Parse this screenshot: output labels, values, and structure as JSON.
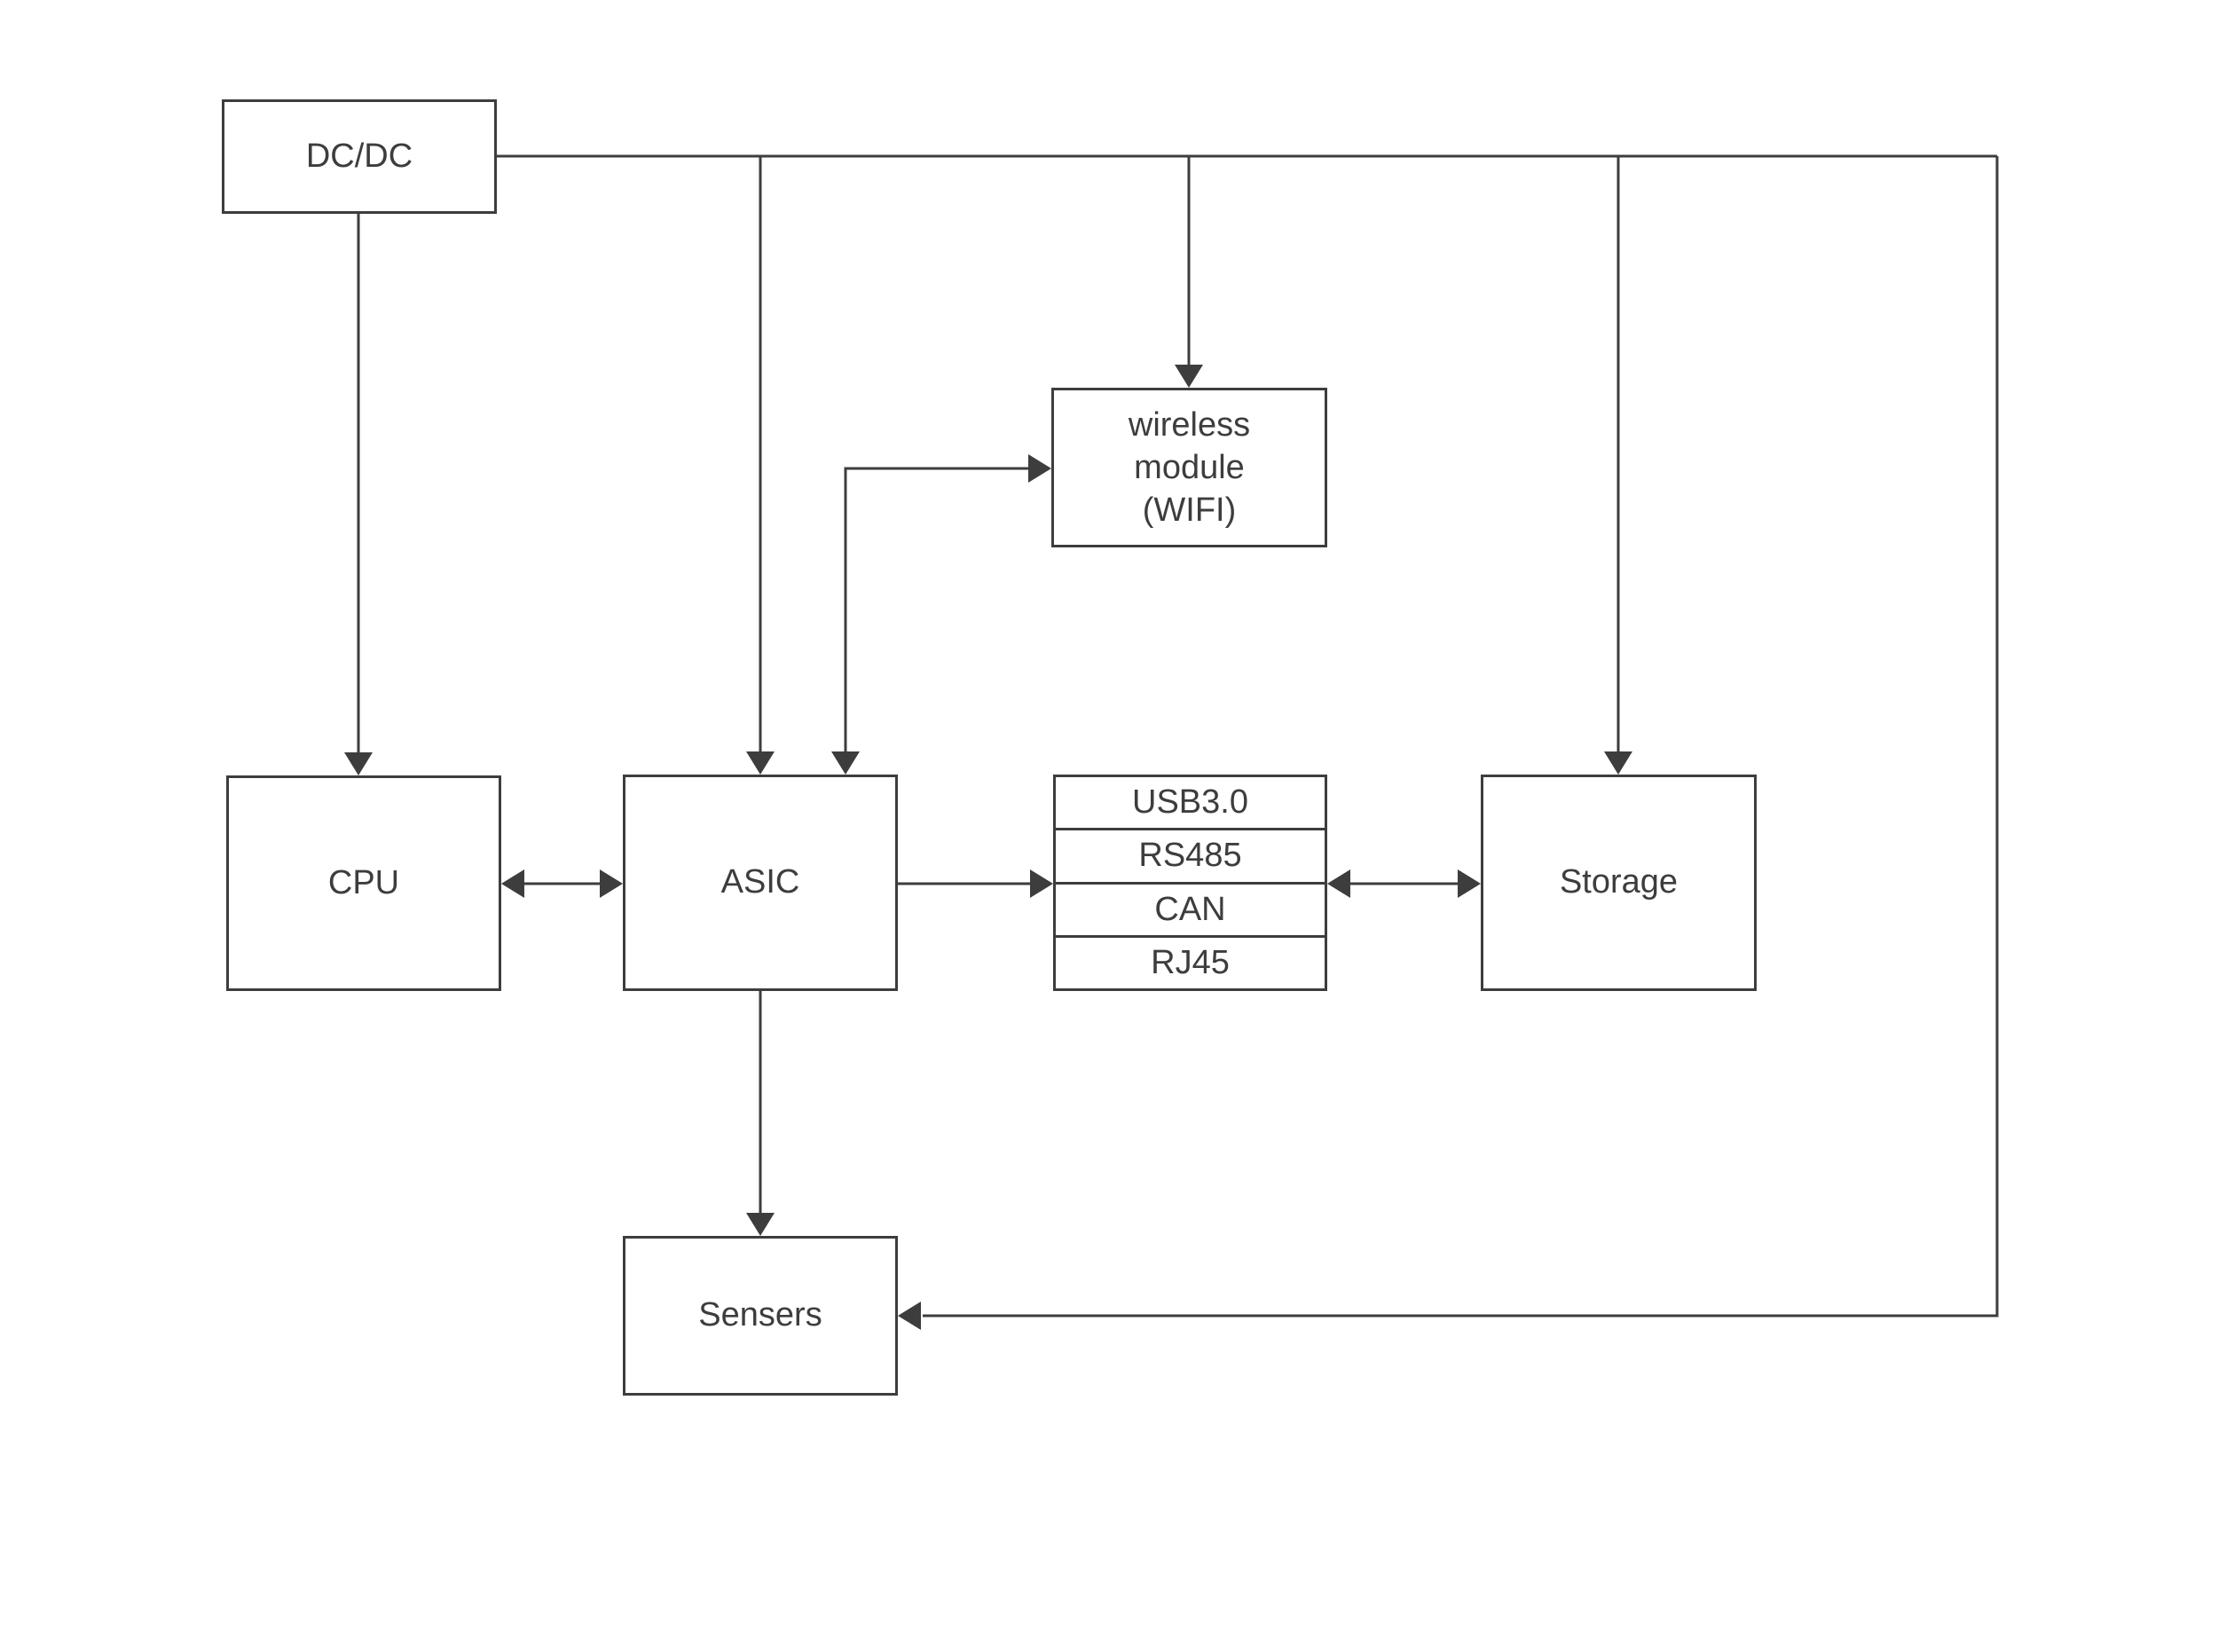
{
  "diagram": {
    "title": "",
    "background_color": "#ffffff",
    "line_color": "#3d3d3d",
    "text_color": "#3d3d3d",
    "nodes": {
      "dcdc": {
        "label": "DC/DC"
      },
      "cpu": {
        "label": "CPU"
      },
      "asic": {
        "label": "ASIC"
      },
      "wireless_module": {
        "label": "wireless module (WIFI)",
        "lines": [
          "wireless",
          "module",
          "(WIFI)"
        ]
      },
      "interfaces": {
        "rows": [
          "USB3.0",
          "RS485",
          "CAN",
          "RJ45"
        ]
      },
      "storage": {
        "label": "Storage"
      },
      "sensors": {
        "label": "Sensers"
      }
    },
    "edges": [
      {
        "from": "DC/DC",
        "to": "CPU",
        "style": "arrow-into-top"
      },
      {
        "from": "DC/DC",
        "to": "ASIC",
        "style": "arrow-into-top"
      },
      {
        "from": "DC/DC",
        "to": "wireless module (WIFI)",
        "style": "arrow-into-top"
      },
      {
        "from": "DC/DC",
        "to": "Storage",
        "style": "arrow-into-top"
      },
      {
        "from": "DC/DC",
        "to": "Sensers",
        "style": "arrow-into-right-side-via-right-margin"
      },
      {
        "from": "CPU",
        "to": "ASIC",
        "style": "double-arrow"
      },
      {
        "from": "ASIC",
        "to": "wireless module (WIFI)",
        "style": "double-arrow-L-shaped"
      },
      {
        "from": "ASIC",
        "to": "interfaces",
        "style": "arrow"
      },
      {
        "from": "interfaces",
        "to": "Storage",
        "style": "double-arrow"
      },
      {
        "from": "ASIC",
        "to": "Sensers",
        "style": "arrow-into-top"
      }
    ]
  }
}
